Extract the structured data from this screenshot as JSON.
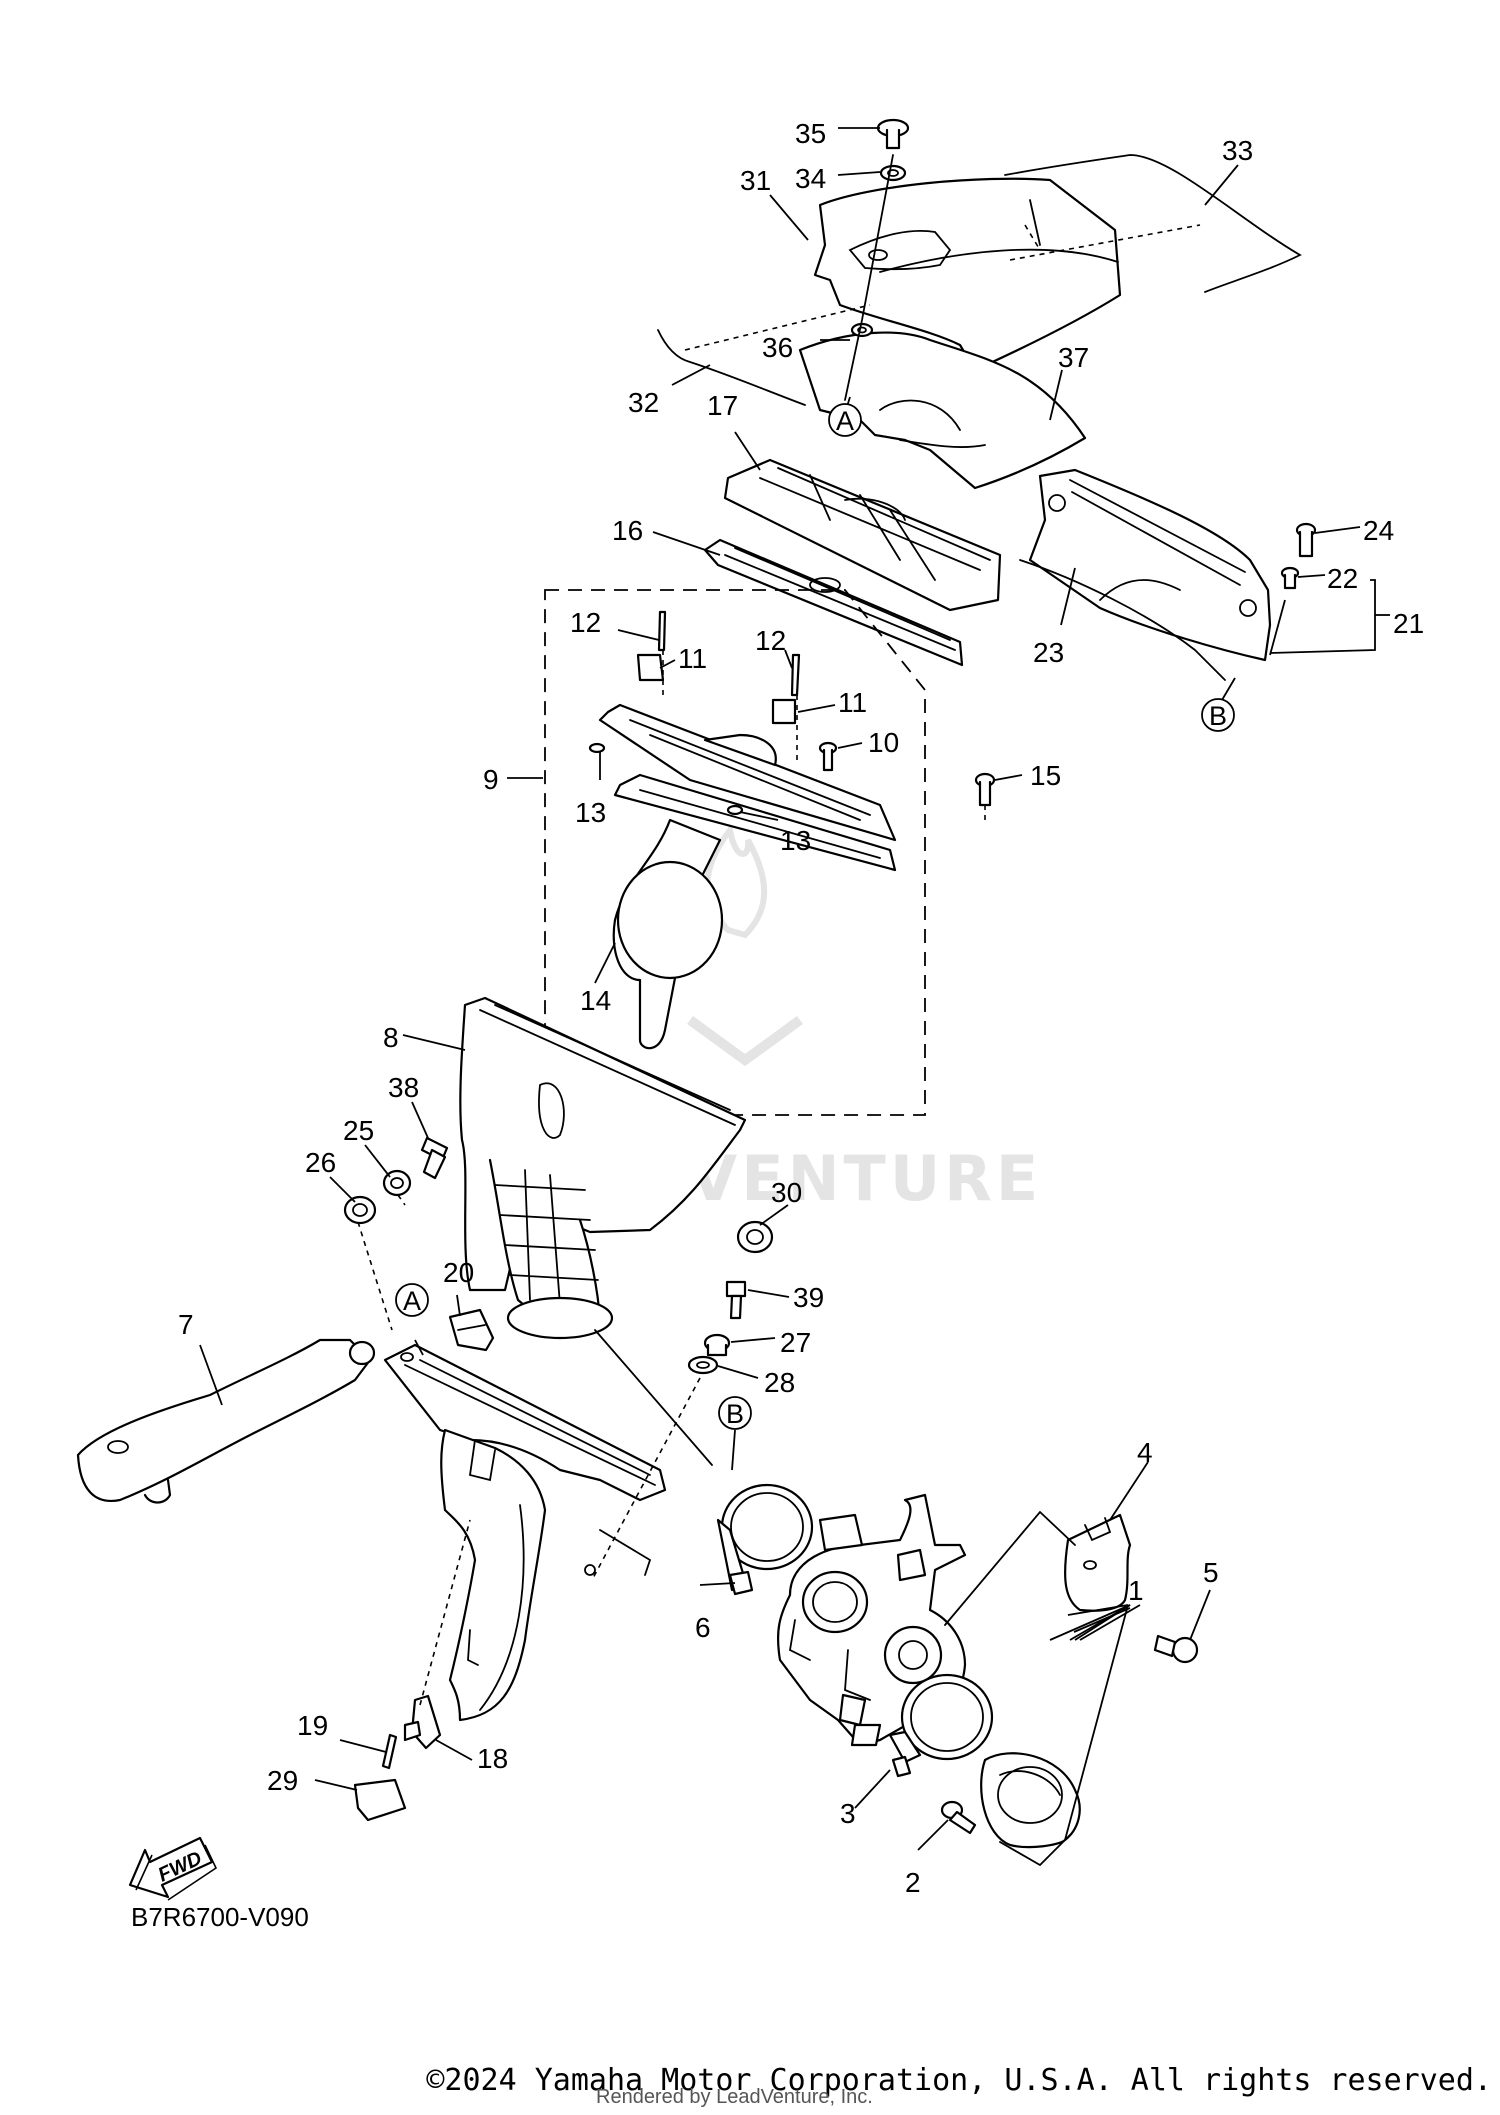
{
  "diagram": {
    "callouts": [
      "1",
      "2",
      "3",
      "4",
      "5",
      "6",
      "7",
      "8",
      "9",
      "10",
      "11",
      "12",
      "13",
      "14",
      "15",
      "16",
      "17",
      "18",
      "19",
      "20",
      "21",
      "22",
      "23",
      "24",
      "25",
      "26",
      "27",
      "28",
      "29",
      "30",
      "31",
      "32",
      "33",
      "34",
      "35",
      "36",
      "37",
      "38",
      "39"
    ],
    "reference_marks": [
      "A",
      "B"
    ],
    "fwd_label": "FWD",
    "watermark": "LEADVENTURE",
    "code": "B7R6700-V090"
  },
  "footer": {
    "copyright": "©2024 Yamaha Motor Corporation, U.S.A. All rights reserved.",
    "rendered_by": "Rendered by LeadVenture, Inc."
  }
}
